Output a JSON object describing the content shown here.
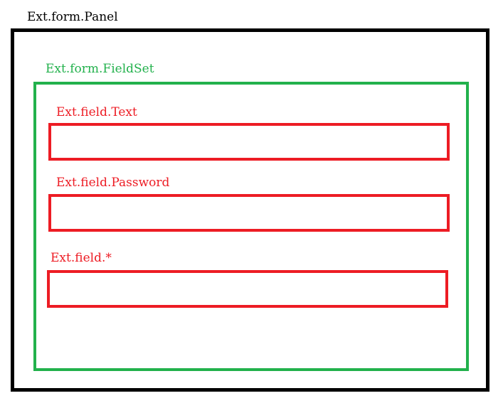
{
  "colors": {
    "panel": "#000000",
    "fieldset": "#22b14c",
    "field": "#ed1c24"
  },
  "panel": {
    "label": "Ext.form.Panel"
  },
  "fieldset": {
    "label": "Ext.form.FieldSet"
  },
  "fields": [
    {
      "label": "Ext.field.Text"
    },
    {
      "label": "Ext.field.Password"
    },
    {
      "label": "Ext.field.*"
    }
  ]
}
